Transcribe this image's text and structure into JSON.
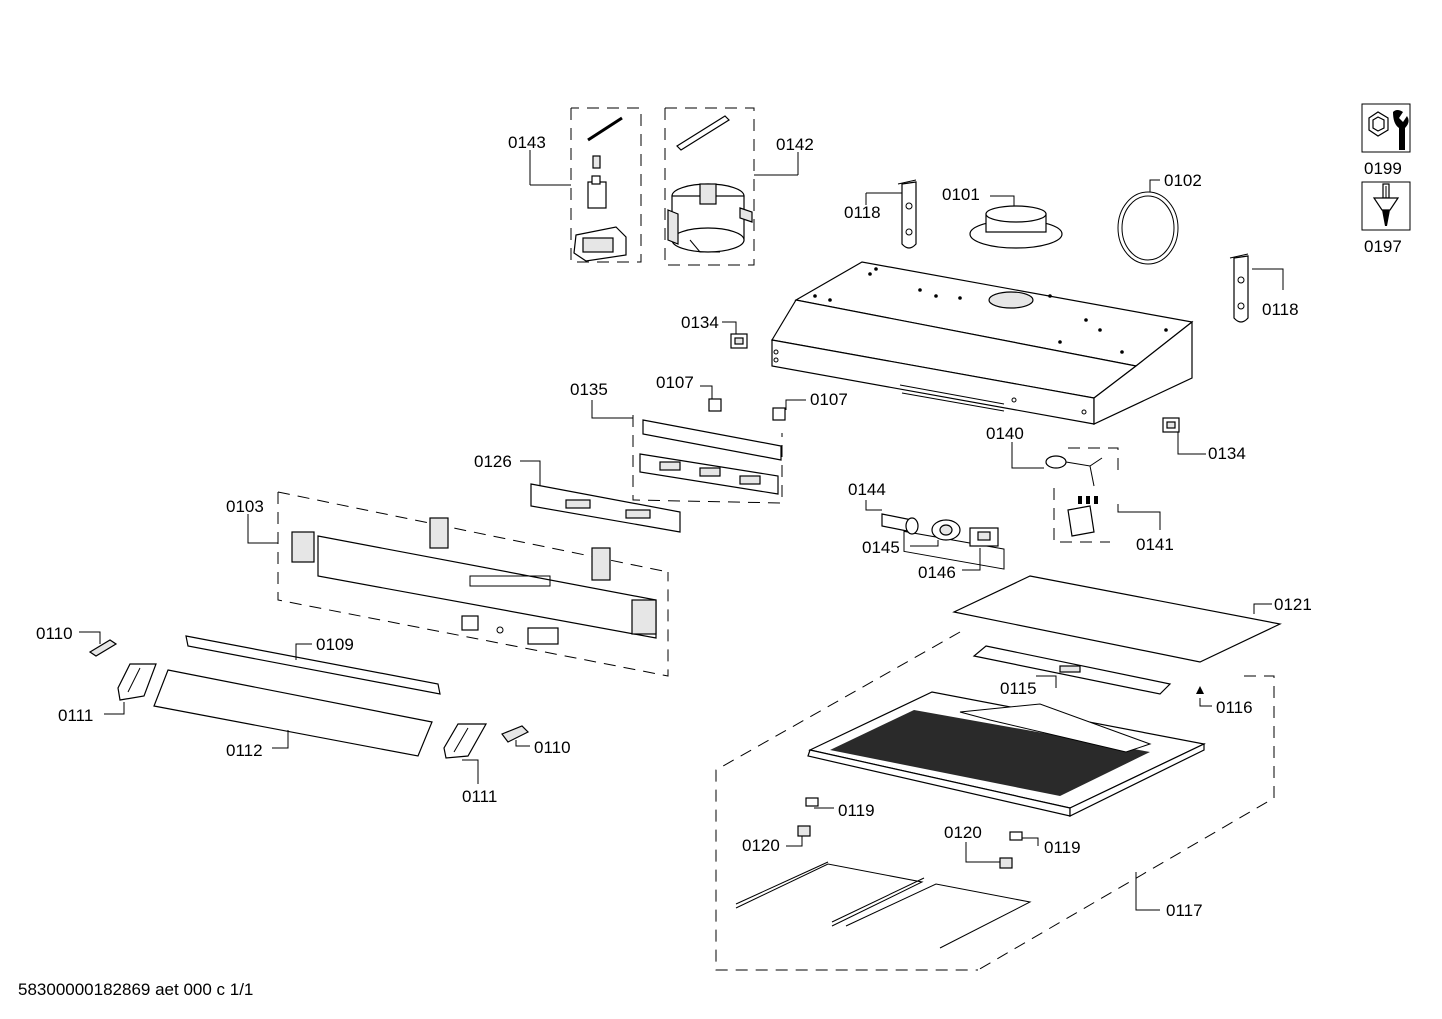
{
  "labels": {
    "p0101": "0101",
    "p0102": "0102",
    "p0103": "0103",
    "p0107a": "0107",
    "p0107b": "0107",
    "p0109": "0109",
    "p0110a": "0110",
    "p0110b": "0110",
    "p0111a": "0111",
    "p0111b": "0111",
    "p0112": "0112",
    "p0115": "0115",
    "p0116": "0116",
    "p0117": "0117",
    "p0118a": "0118",
    "p0118b": "0118",
    "p0119a": "0119",
    "p0119b": "0119",
    "p0120a": "0120",
    "p0120b": "0120",
    "p0121": "0121",
    "p0126": "0126",
    "p0134a": "0134",
    "p0134b": "0134",
    "p0135": "0135",
    "p0140": "0140",
    "p0141": "0141",
    "p0142": "0142",
    "p0143": "0143",
    "p0144": "0144",
    "p0145": "0145",
    "p0146": "0146",
    "p0197": "0197",
    "p0199": "0199"
  },
  "footer": "58300000182869 aet 000 c 1/1"
}
